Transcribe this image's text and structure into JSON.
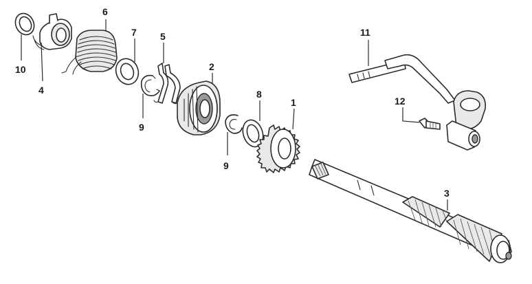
{
  "callouts": {
    "c1": "1",
    "c2": "2",
    "c3": "3",
    "c4": "4",
    "c5": "5",
    "c6": "6",
    "c7": "7",
    "c8": "8",
    "c9a": "9",
    "c9b": "9",
    "c10": "10",
    "c11": "11",
    "c12": "12"
  },
  "colors": {
    "line": "#2a2a2a",
    "fill": "#ffffff",
    "shade": "#e9e9e9"
  }
}
